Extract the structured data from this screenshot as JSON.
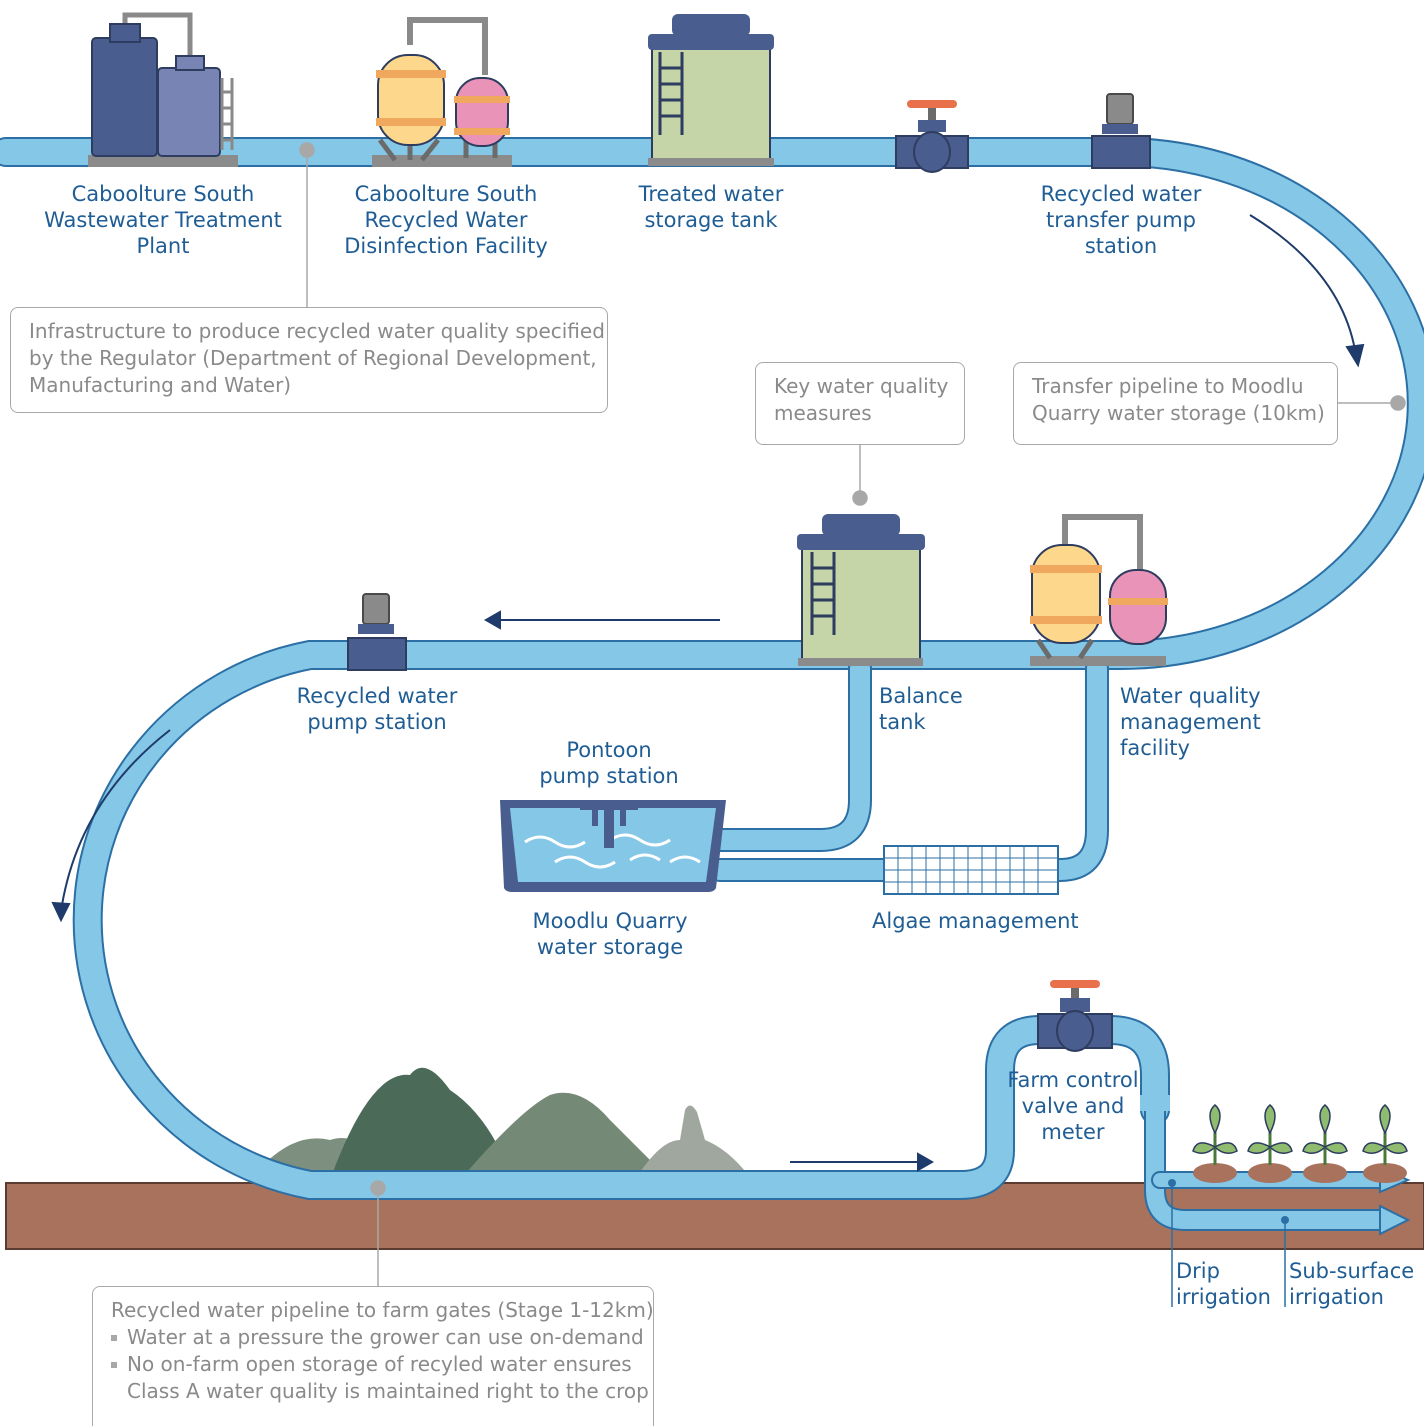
{
  "labels": {
    "wwtp": [
      "Caboolture South",
      "Wastewater Treatment",
      "Plant"
    ],
    "disinfection": [
      "Caboolture South",
      "Recycled Water",
      "Disinfection Facility"
    ],
    "treated_tank": [
      "Treated water",
      "storage tank"
    ],
    "transfer_pump": [
      "Recycled water",
      "transfer pump",
      "station"
    ],
    "pump_station": [
      "Recycled water",
      "pump station"
    ],
    "balance_tank": [
      "Balance",
      "tank"
    ],
    "wq_facility": [
      "Water quality",
      "management",
      "facility"
    ],
    "pontoon": [
      "Pontoon",
      "pump station"
    ],
    "quarry": [
      "Moodlu Quarry",
      "water storage"
    ],
    "algae": "Algae management",
    "farm_valve": [
      "Farm control",
      "valve and",
      "meter"
    ],
    "drip": [
      "Drip",
      "irrigation"
    ],
    "subsurface": [
      "Sub-surface",
      "irrigation"
    ]
  },
  "callouts": {
    "infrastructure": [
      "Infrastructure to produce recycled water quality specified",
      "by the Regulator (Department of Regional Development,",
      "Manufacturing and Water)"
    ],
    "key_measures": [
      "Key water quality",
      "measures"
    ],
    "transfer_pipeline": [
      "Transfer pipeline to Moodlu",
      "Quarry water storage (10km)"
    ],
    "farm_pipeline": {
      "title": "Recycled water pipeline to farm gates (Stage 1-12km)",
      "bullet1": "Water at a pressure the grower can use on-demand",
      "bullet2_line1": "No on-farm open storage of recyled water ensures",
      "bullet2_line2": "Class A water quality is maintained right to the crop"
    }
  },
  "colors": {
    "pipe": "#85c7e6",
    "pipe_outline": "#2b6fa5",
    "label_text": "#1f5d94",
    "callout_text": "#8a8a8a",
    "ground": "#a8725d",
    "tank_green": "#c5d5a8",
    "vessel_yellow": "#fdd88c",
    "vessel_pink": "#e893b7",
    "equipment_blue": "#4a5d8f",
    "valve_handle": "#e8704a"
  }
}
